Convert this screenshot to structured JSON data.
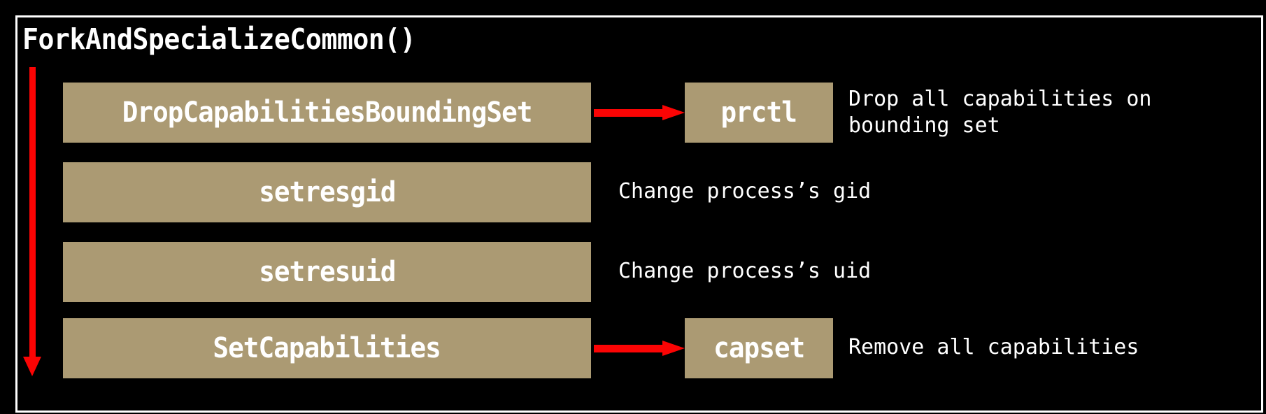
{
  "diagram": {
    "title": "ForkAndSpecializeCommon()",
    "background_color": "#000000",
    "box_color": "#ab9a73",
    "text_color": "#ffffff",
    "arrow_color": "#fb0404",
    "flow_arrow": {
      "name": "downward-sequence-arrow",
      "direction": "down",
      "color": "#fb0404"
    },
    "rows": [
      {
        "function": "DropCapabilitiesBoundingSet",
        "syscall": "prctl",
        "has_arrow": true,
        "note": "Drop all capabilities on\nbounding set"
      },
      {
        "function": "setresgid",
        "syscall": "",
        "has_arrow": false,
        "note": "Change process’s gid"
      },
      {
        "function": "setresuid",
        "syscall": "",
        "has_arrow": false,
        "note": "Change process’s uid"
      },
      {
        "function": "SetCapabilities",
        "syscall": "capset",
        "has_arrow": true,
        "note": "Remove all capabilities"
      }
    ]
  }
}
